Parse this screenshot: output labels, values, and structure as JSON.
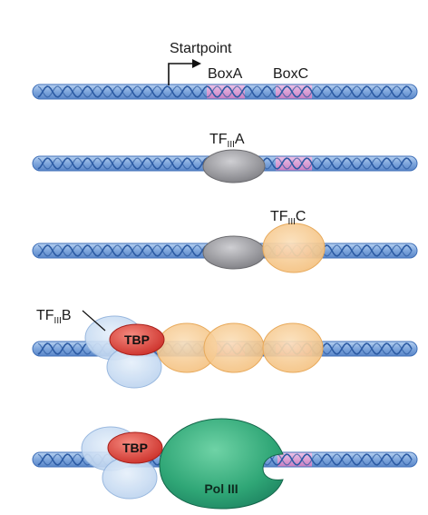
{
  "labels": {
    "startpoint": "Startpoint",
    "box_a": "BoxA",
    "box_c": "BoxC",
    "tf3a_main": "TF",
    "tf3a_sub": "III",
    "tf3a_end": "A",
    "tf3c_main": "TF",
    "tf3c_sub": "III",
    "tf3c_end": "C",
    "tf3b_main": "TF",
    "tf3b_sub": "III",
    "tf3b_end": "B",
    "tbp_row4": "TBP",
    "tbp_row5": "TBP",
    "pol3": "Pol III"
  },
  "colors": {
    "dna_fill": "#8fb4e3",
    "dna_stroke": "#3f6fb8",
    "helix": "#2b5aa3",
    "box_pink": "#d89ad2",
    "tf3a_gray": "#9a9a9e",
    "tf3c_orange": "#f6c98f",
    "tf3b_blue": "#c7dbf2",
    "tbp_red": "#e0413a",
    "pol3_green": "#2aa374"
  }
}
